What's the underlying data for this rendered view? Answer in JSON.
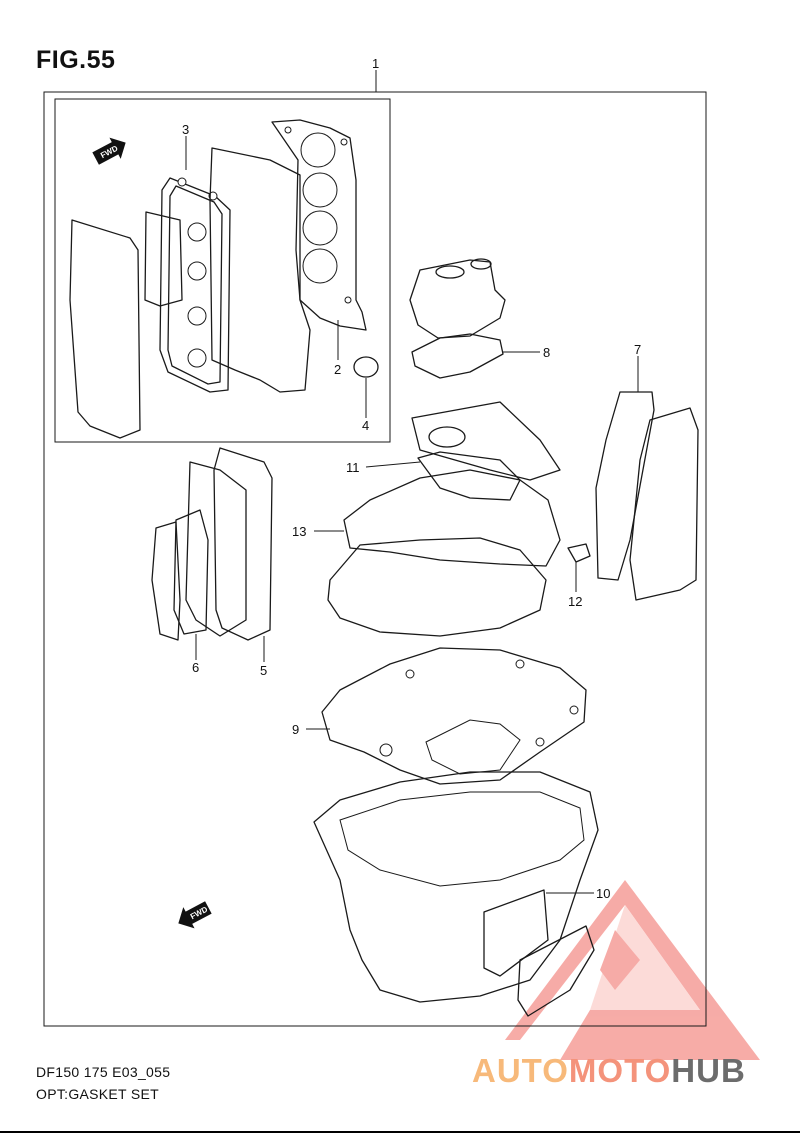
{
  "figure": {
    "title": "FIG.55",
    "model_code": "DF150 175 E03_055",
    "description": "OPT:GASKET SET"
  },
  "fwd_arrows": [
    "FWD",
    "FWD"
  ],
  "callouts": [
    "1",
    "2",
    "3",
    "4",
    "5",
    "6",
    "7",
    "8",
    "9",
    "10",
    "11",
    "12",
    "13"
  ],
  "watermark": {
    "part_a": "AUTO",
    "part_b": "MOTO",
    "part_c": "HUB",
    "colors": {
      "logo_fill": "#f4908a",
      "auto": "#f7b97a",
      "moto": "#f4937b",
      "hub": "#6c6c6c"
    }
  }
}
